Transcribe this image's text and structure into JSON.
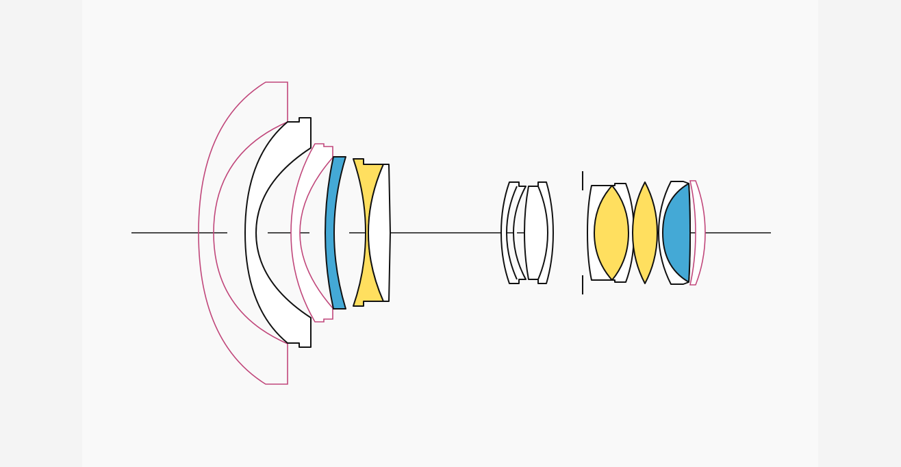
{
  "diagram": {
    "type": "lens-construction",
    "colors": {
      "background": "#f9f9f9",
      "outline": "#111111",
      "aspherical": "#c0467a",
      "ed_element": "#ffdf5f",
      "sld_element": "#44a9d6",
      "plain_element": "#ffffff"
    },
    "elements": [
      {
        "name": "front-aspherical-shell",
        "kind": "aspherical"
      },
      {
        "name": "element-1",
        "kind": "plain"
      },
      {
        "name": "element-2",
        "kind": "aspherical"
      },
      {
        "name": "element-3",
        "kind": "sld"
      },
      {
        "name": "element-4",
        "kind": "ed"
      },
      {
        "name": "element-5",
        "kind": "plain"
      },
      {
        "name": "element-6",
        "kind": "plain"
      },
      {
        "name": "element-7",
        "kind": "plain"
      },
      {
        "name": "element-8",
        "kind": "ed"
      },
      {
        "name": "element-9",
        "kind": "ed"
      },
      {
        "name": "element-10",
        "kind": "plain"
      },
      {
        "name": "element-11",
        "kind": "sld"
      },
      {
        "name": "element-12",
        "kind": "aspherical"
      }
    ]
  }
}
